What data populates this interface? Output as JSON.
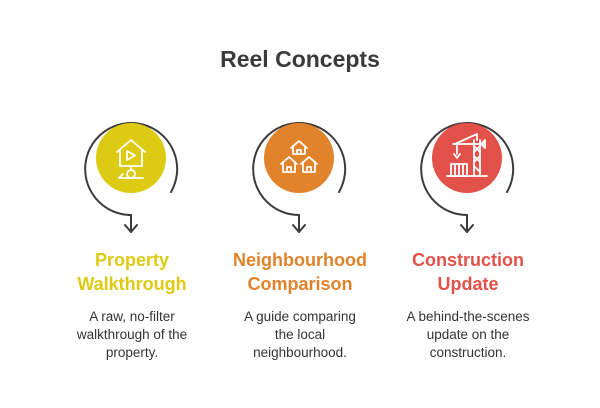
{
  "title": "Reel Concepts",
  "colors": {
    "ring": "#3b3b3b",
    "text": "#333333"
  },
  "concepts": [
    {
      "heading_line1": "Property",
      "heading_line2": "Walkthrough",
      "description_lines": [
        "A raw, no-filter",
        "walkthrough of the",
        "property."
      ],
      "color": "#dccb12",
      "icon": "house-video-camera-icon"
    },
    {
      "heading_line1": "Neighbourhood",
      "heading_line2": "Comparison",
      "description_lines": [
        "A guide comparing",
        "the local",
        "neighbourhood."
      ],
      "color": "#e0832b",
      "icon": "houses-icon"
    },
    {
      "heading_line1": "Construction",
      "heading_line2": "Update",
      "description_lines": [
        "A behind-the-scenes",
        "update on the",
        "construction."
      ],
      "color": "#e2514a",
      "icon": "crane-icon"
    }
  ]
}
